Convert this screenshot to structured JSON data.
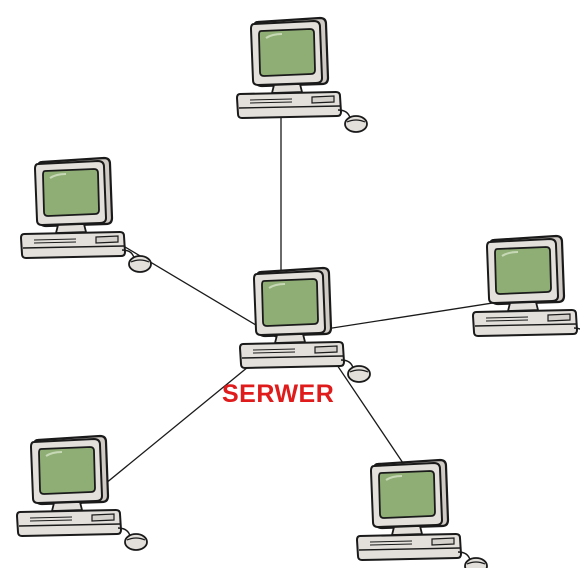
{
  "diagram": {
    "type": "star-network",
    "server_label": "SERWER",
    "center_node": "server",
    "nodes": [
      {
        "id": "server",
        "icon": "computer-icon"
      },
      {
        "id": "client-top",
        "icon": "computer-icon"
      },
      {
        "id": "client-left",
        "icon": "computer-icon"
      },
      {
        "id": "client-right",
        "icon": "computer-icon"
      },
      {
        "id": "client-bottom-left",
        "icon": "computer-icon"
      },
      {
        "id": "client-bottom-right",
        "icon": "computer-icon"
      }
    ],
    "edges": [
      {
        "from": "server",
        "to": "client-top"
      },
      {
        "from": "server",
        "to": "client-left"
      },
      {
        "from": "server",
        "to": "client-right"
      },
      {
        "from": "server",
        "to": "client-bottom-left"
      },
      {
        "from": "server",
        "to": "client-bottom-right"
      }
    ]
  },
  "colors": {
    "screen": "#8fae75",
    "body": "#e3e0dc",
    "outline": "#1a1a1a",
    "label": "#e01b1b",
    "link": "#1a1a1a"
  }
}
